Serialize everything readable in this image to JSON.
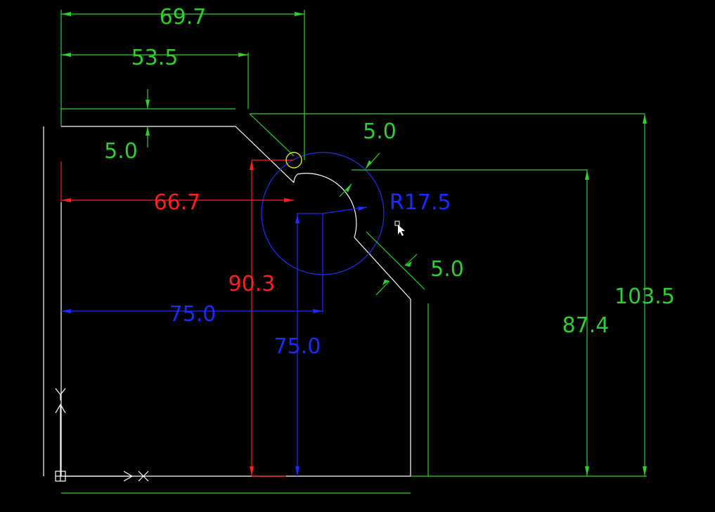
{
  "drawing": {
    "colors": {
      "background": "#000000",
      "outline": "#ffffff",
      "dimension_green": "#2cd12c",
      "dimension_red": "#ff2020",
      "dimension_blue": "#1a2cff",
      "circle_blue": "#2030ee",
      "snap_yellow": "#e8e000"
    },
    "dimensions": {
      "top_width": "69.7",
      "notch_width": "53.5",
      "top_gap": "5.0",
      "arc_offset": "5.0",
      "slot_width": "5.0",
      "overall_height": "103.5",
      "right_height": "87.4",
      "red_horizontal": "66.7",
      "red_vertical": "90.3",
      "blue_horizontal": "75.0",
      "blue_vertical": "75.0",
      "radius": "R17.5"
    },
    "icons": {
      "ucs": "ucs-icon",
      "cursor": "crosshair-cursor-icon"
    }
  }
}
